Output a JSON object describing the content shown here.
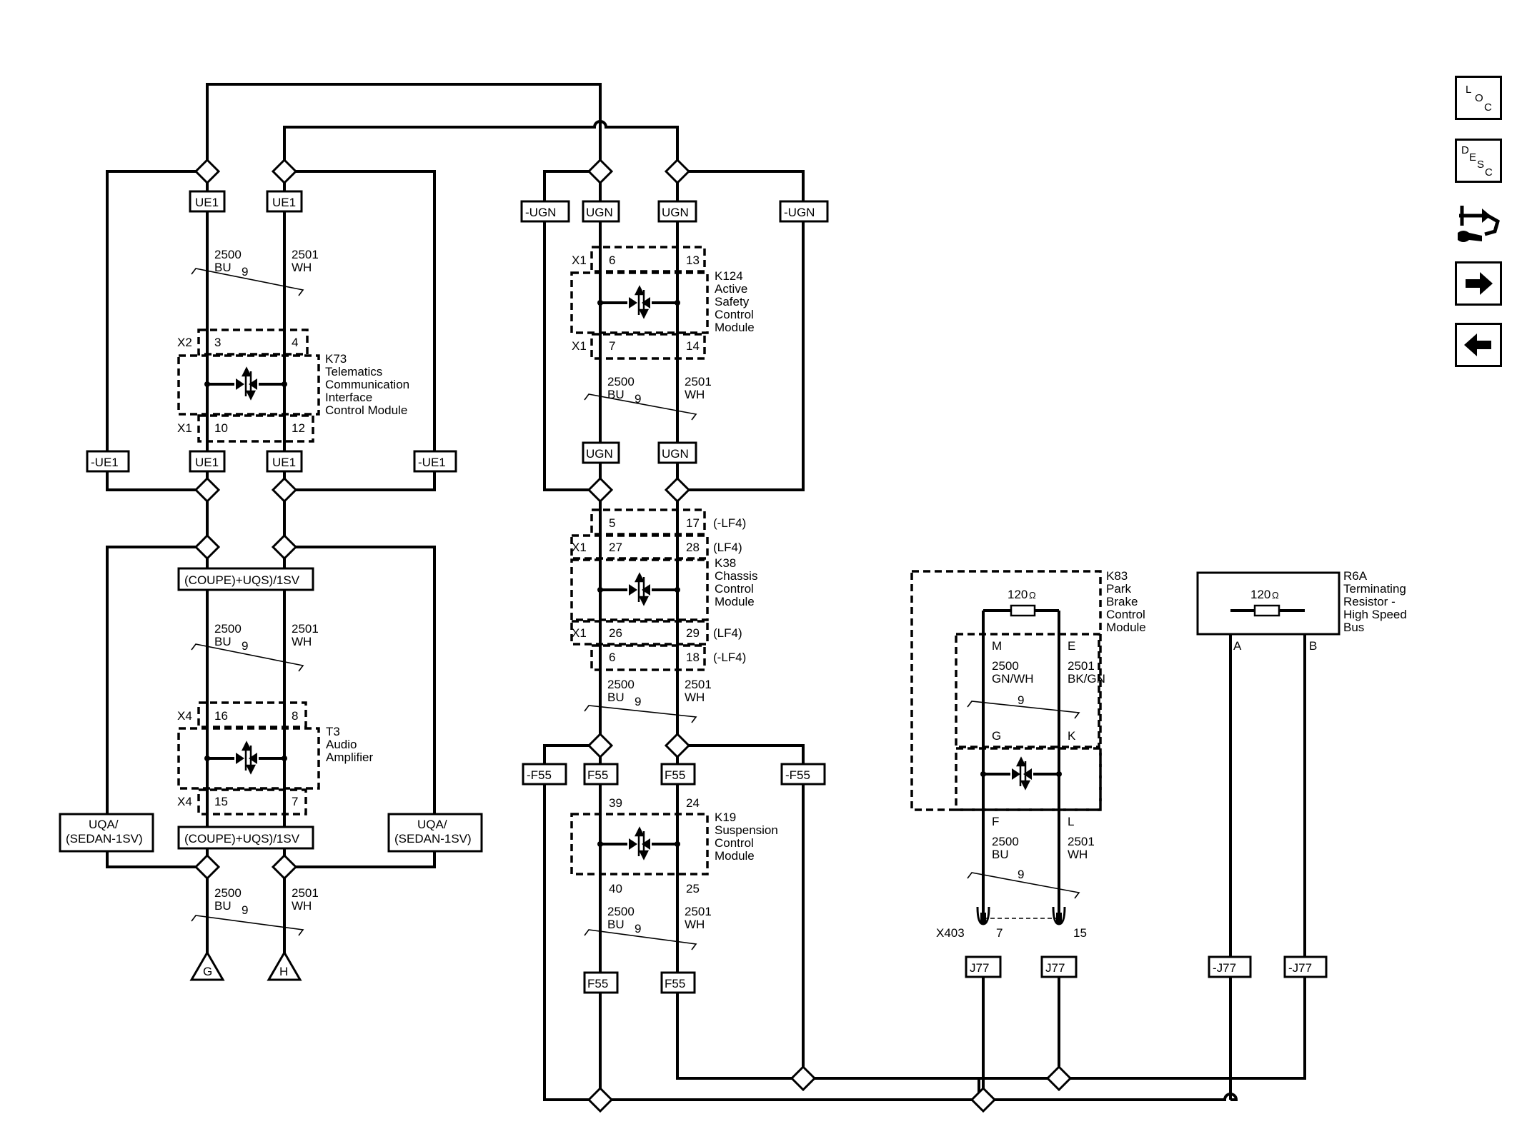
{
  "nav": {
    "loc": [
      "L",
      "O",
      "C"
    ],
    "desc": [
      "D",
      "E",
      "S",
      "C"
    ]
  },
  "connectors": {
    "ue1": "UE1",
    "not_ue1": "-UE1",
    "ugn": "UGN",
    "not_ugn": "-UGN",
    "f55": "F55",
    "not_f55": "-F55",
    "j77": "J77",
    "not_j77": "-J77",
    "coupe_uqs": "(COUPE)+UQS)/1SV",
    "uqa": "UQA/",
    "sedan": "(SEDAN-1SV)"
  },
  "wires": {
    "c2500": "2500",
    "c2501": "2501",
    "bu": "BU",
    "wh": "WH",
    "gn_wh": "GN/WH",
    "bk_gn": "BK/GN",
    "twist": "9"
  },
  "modules": {
    "k73": {
      "lines": [
        "K73",
        "Telematics",
        "Communication",
        "Interface",
        "Control Module"
      ],
      "x2": "X2",
      "x1": "X1",
      "p3": "3",
      "p4": "4",
      "p10": "10",
      "p12": "12"
    },
    "t3": {
      "lines": [
        "T3",
        "Audio",
        "Amplifier"
      ],
      "x4a": "X4",
      "x4b": "X4",
      "p16": "16",
      "p8": "8",
      "p15": "15",
      "p7": "7"
    },
    "k124": {
      "lines": [
        "K124",
        "Active",
        "Safety",
        "Control",
        "Module"
      ],
      "x1a": "X1",
      "x1b": "X1",
      "p6": "6",
      "p13": "13",
      "p7": "7",
      "p14": "14"
    },
    "k38": {
      "lines": [
        "K38",
        "Chassis",
        "Control",
        "Module"
      ],
      "x1a": "X1",
      "x1b": "X1",
      "p5": "5",
      "p17": "17",
      "p27": "27",
      "p28": "28",
      "p26": "26",
      "p29": "29",
      "p6": "6",
      "p18": "18",
      "not_lf4": "(-LF4)",
      "lf4": "(LF4)"
    },
    "k19": {
      "lines": [
        "K19",
        "Suspension",
        "Control",
        "Module"
      ],
      "p39": "39",
      "p24": "24",
      "p40": "40",
      "p25": "25"
    },
    "k83": {
      "lines": [
        "K83",
        "Park",
        "Brake",
        "Control",
        "Module"
      ],
      "res": "120",
      "m": "M",
      "e": "E",
      "g": "G",
      "k": "K",
      "f": "F",
      "l": "L"
    },
    "r6a": {
      "lines": [
        "R6A",
        "Terminating",
        "Resistor -",
        "High Speed",
        "Bus"
      ],
      "res": "120",
      "a": "A",
      "b": "B"
    }
  },
  "x403": {
    "name": "X403",
    "p7": "7",
    "p15": "15"
  },
  "ohm": "Ω",
  "grounds": {
    "g": "G",
    "h": "H"
  }
}
